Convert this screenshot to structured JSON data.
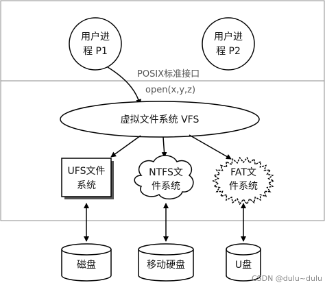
{
  "user_space": {
    "process1": {
      "line1": "用户进",
      "line2": "程 P1"
    },
    "process2": {
      "line1": "用户进",
      "line2": "程 P2"
    }
  },
  "interface": {
    "title": "POSIX标准接口",
    "call": "open(x,y,z)"
  },
  "vfs": {
    "label": "虚拟文件系统 VFS"
  },
  "filesystems": [
    {
      "line1": "UFS文件",
      "line2": "系统",
      "shape": "rectangle"
    },
    {
      "line1": "NTFS文",
      "line2": "件系统",
      "shape": "cloud"
    },
    {
      "line1": "FAT文",
      "line2": "件系统",
      "shape": "burst"
    }
  ],
  "devices": [
    {
      "label": "磁盘"
    },
    {
      "label": "移动硬盘"
    },
    {
      "label": "U盘"
    }
  ],
  "watermark": "CSDN @dulu~dulu"
}
